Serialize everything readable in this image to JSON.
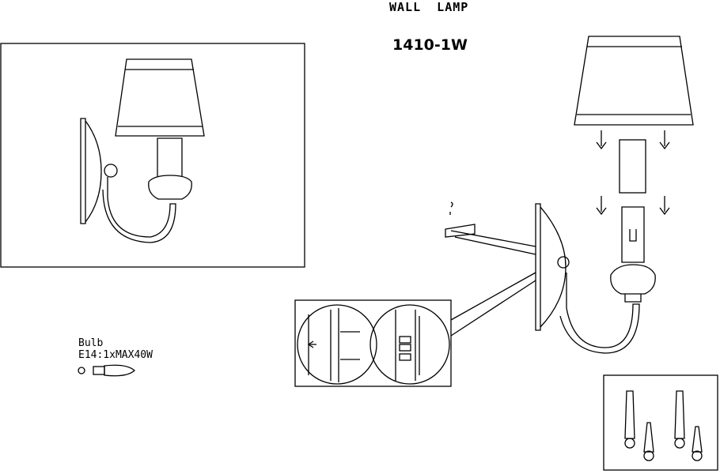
{
  "header": {
    "title": "WALL  LAMP",
    "model": "1410-1W"
  },
  "bulb": {
    "label": "Bulb",
    "spec": "E14:1xMAX40W"
  }
}
